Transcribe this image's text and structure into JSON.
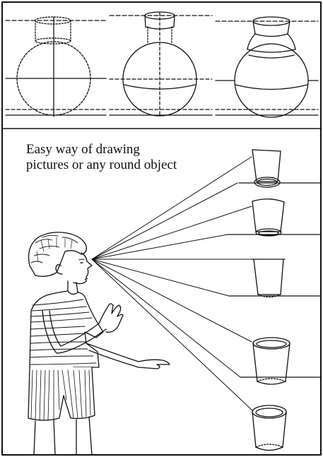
{
  "caption": {
    "line1": "Easy way of drawing",
    "line2": "pictures or any round object"
  },
  "colors": {
    "ink": "#111111",
    "paper": "#ffffff"
  },
  "figures": {
    "vase_steps": [
      "vase-step-1-construction",
      "vase-step-2-outline",
      "vase-step-3-finished"
    ],
    "cups_from_top": [
      "cup-eye-above",
      "cup-slightly-above",
      "cup-eye-level",
      "cup-below",
      "cup-well-below"
    ],
    "viewer": "boy-viewer"
  }
}
